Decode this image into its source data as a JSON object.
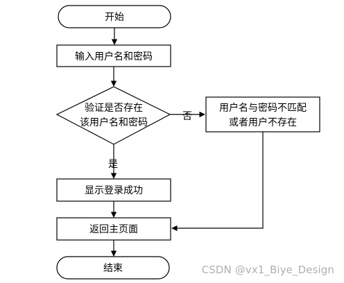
{
  "nodes": {
    "start": "开始",
    "input": "输入用户名和密码",
    "verify_line1": "验证是否存在",
    "verify_line2": "该用户名和密码",
    "mismatch_line1": "用户名与密码不匹配",
    "mismatch_line2": "或者用户不存在",
    "success": "显示登录成功",
    "return_home": "返回主页面",
    "end": "结束"
  },
  "edges": {
    "no_label": "否",
    "yes_label": "是"
  },
  "watermark": "CSDN @vx1_Biye_Design"
}
